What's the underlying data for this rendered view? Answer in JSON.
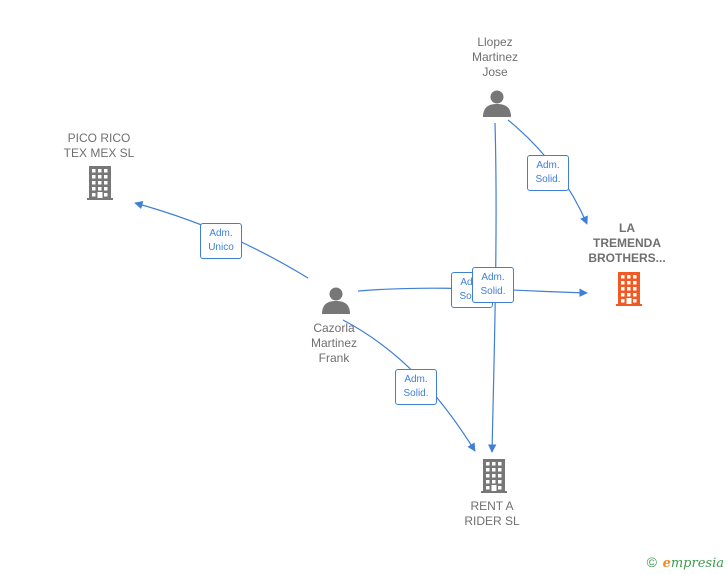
{
  "colors": {
    "edge": "#3f7fd6",
    "node": "#777777",
    "highlight": "#f05a24",
    "label": "#6f6f6f"
  },
  "nodes": [
    {
      "id": "llopez",
      "type": "person",
      "icon": "person-icon",
      "label": "Llopez\nMartinez\nJose"
    },
    {
      "id": "pico",
      "type": "company",
      "icon": "building-icon",
      "label": "PICO RICO\nTEX MEX  SL"
    },
    {
      "id": "tremenda",
      "type": "company",
      "icon": "building-icon",
      "label": "LA\nTREMENDA\nBROTHERS...",
      "highlight": true
    },
    {
      "id": "cazorla",
      "type": "person",
      "icon": "person-icon",
      "label": "Cazorla\nMartinez\nFrank"
    },
    {
      "id": "rent",
      "type": "company",
      "icon": "building-icon",
      "label": "RENT A\nRIDER  SL"
    }
  ],
  "edges": [
    {
      "from": "cazorla",
      "to": "pico",
      "label": "Adm.\nUnico"
    },
    {
      "from": "llopez",
      "to": "tremenda",
      "label": "Adm.\nSolid."
    },
    {
      "from": "cazorla",
      "to": "tremenda",
      "label": "Adm.\nSolid."
    },
    {
      "from": "llopez",
      "to": "rent",
      "label": "Adm.\nSolid."
    },
    {
      "from": "cazorla",
      "to": "rent",
      "label": "Adm.\nSolid."
    }
  ],
  "footer": {
    "copyright": "©",
    "brand_initial": "e",
    "brand_rest": "mpresia"
  }
}
